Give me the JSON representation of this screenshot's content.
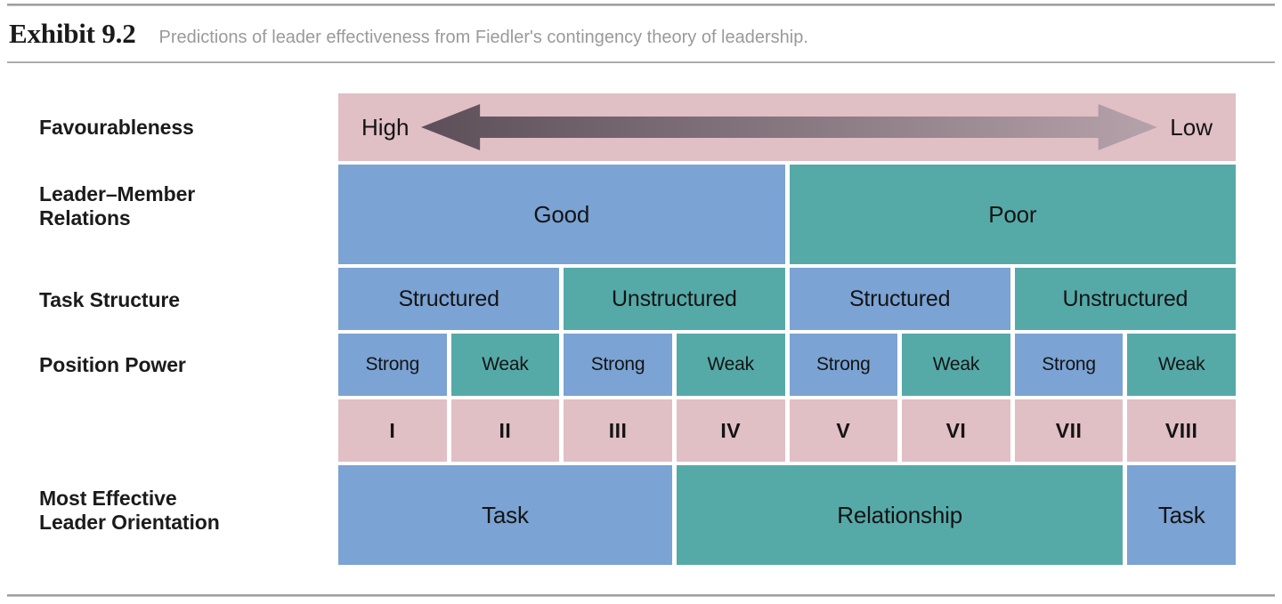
{
  "exhibit": {
    "label": "Exhibit 9.2",
    "caption": "Predictions of leader effectiveness from Fiedler's contingency theory of leadership."
  },
  "row_labels": {
    "favourableness": "Favourableness",
    "leader_member_relations_line1": "Leader–Member",
    "leader_member_relations_line2": "Relations",
    "task_structure": "Task Structure",
    "position_power": "Position Power",
    "orientation_line1": "Most Effective",
    "orientation_line2": "Leader Orientation"
  },
  "favourableness": {
    "high": "High",
    "low": "Low",
    "arrow": "double-headed-arrow"
  },
  "leader_member_relations": [
    {
      "label": "Good",
      "span": 4,
      "color": "blue"
    },
    {
      "label": "Poor",
      "span": 4,
      "color": "teal"
    }
  ],
  "task_structure": [
    {
      "label": "Structured",
      "span": 2,
      "color": "blue"
    },
    {
      "label": "Unstructured",
      "span": 2,
      "color": "teal"
    },
    {
      "label": "Structured",
      "span": 2,
      "color": "blue"
    },
    {
      "label": "Unstructured",
      "span": 2,
      "color": "teal"
    }
  ],
  "position_power": [
    {
      "label": "Strong",
      "span": 1,
      "color": "blue"
    },
    {
      "label": "Weak",
      "span": 1,
      "color": "teal"
    },
    {
      "label": "Strong",
      "span": 1,
      "color": "blue"
    },
    {
      "label": "Weak",
      "span": 1,
      "color": "teal"
    },
    {
      "label": "Strong",
      "span": 1,
      "color": "blue"
    },
    {
      "label": "Weak",
      "span": 1,
      "color": "teal"
    },
    {
      "label": "Strong",
      "span": 1,
      "color": "blue"
    },
    {
      "label": "Weak",
      "span": 1,
      "color": "teal"
    }
  ],
  "situations": [
    {
      "label": "I",
      "span": 1,
      "color": "pink"
    },
    {
      "label": "II",
      "span": 1,
      "color": "pink"
    },
    {
      "label": "III",
      "span": 1,
      "color": "pink"
    },
    {
      "label": "IV",
      "span": 1,
      "color": "pink"
    },
    {
      "label": "V",
      "span": 1,
      "color": "pink"
    },
    {
      "label": "VI",
      "span": 1,
      "color": "pink"
    },
    {
      "label": "VII",
      "span": 1,
      "color": "pink"
    },
    {
      "label": "VIII",
      "span": 1,
      "color": "pink"
    }
  ],
  "orientation": [
    {
      "label": "Task",
      "span": 3,
      "color": "blue"
    },
    {
      "label": "Relationship",
      "span": 4,
      "color": "teal"
    },
    {
      "label": "Task",
      "span": 1,
      "color": "blue"
    }
  ],
  "colors": {
    "blue": "#7ba3d4",
    "teal": "#55aaa8",
    "pink": "#e0bfc5",
    "arrow_dark": "#5d4f59",
    "arrow_light": "#b09aa2",
    "text": "#141414",
    "caption": "#9a9a9a"
  }
}
